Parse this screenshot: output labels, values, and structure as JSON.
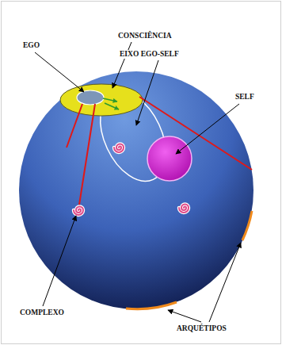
{
  "diagram": {
    "labels": [
      "EGO",
      "CONSCIÊNCIA",
      "EIXO EGO-SELF",
      "SELF",
      "COMPLEXO",
      "ARQUÉTIPOS"
    ]
  }
}
